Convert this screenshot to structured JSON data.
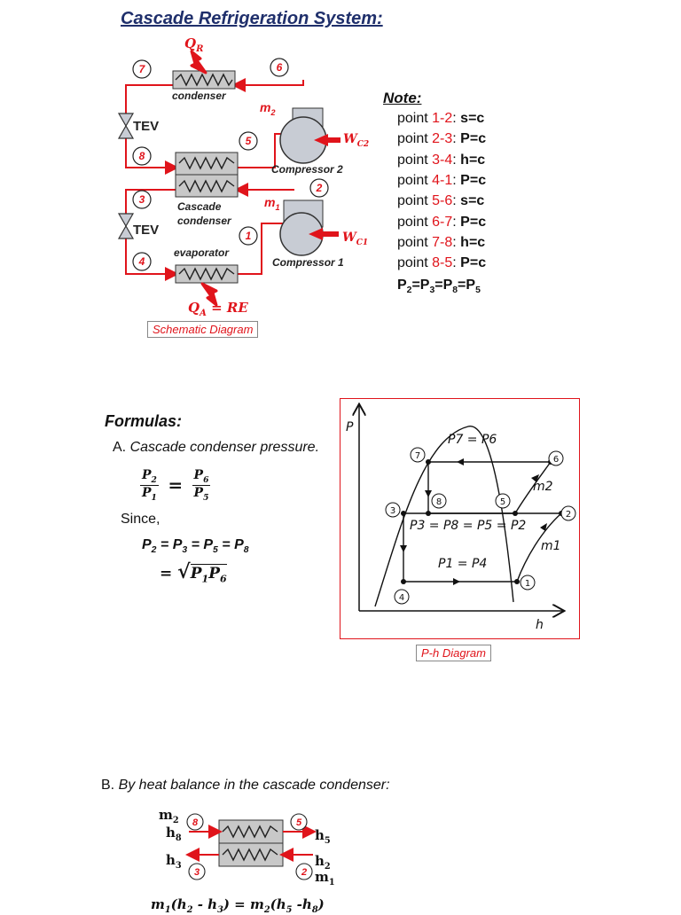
{
  "title": "Cascade Refrigeration System:",
  "schematic": {
    "qr": "Q",
    "qr_sub": "R",
    "condenser": "condenser",
    "m2": "m",
    "m2_sub": "2",
    "m1": "m",
    "m1_sub": "1",
    "tev": "TEV",
    "wc2": "W",
    "wc2_sub": "C2",
    "wc1": "W",
    "wc1_sub": "C1",
    "compressor2": "Compressor 2",
    "compressor1": "Compressor 1",
    "cascade_condenser_line1": "Cascade",
    "cascade_condenser_line2": "condenser",
    "evaporator": "evaporator",
    "qa": "Q",
    "qa_sub": "A",
    "qa_eq": " = RE",
    "points": [
      "1",
      "2",
      "3",
      "4",
      "5",
      "6",
      "7",
      "8"
    ],
    "caption": "Schematic Diagram"
  },
  "note": {
    "heading": "Note:",
    "rows": [
      {
        "prefix": "point ",
        "pts": "1-2",
        ":": ":",
        "cond": "s=c"
      },
      {
        "prefix": "point ",
        "pts": "2-3",
        ":": ":",
        "cond": "P=c"
      },
      {
        "prefix": "point ",
        "pts": "3-4",
        ":": ":",
        "cond": "h=c"
      },
      {
        "prefix": "point ",
        "pts": "4-1",
        ":": ":",
        "cond": "P=c"
      },
      {
        "prefix": "point ",
        "pts": "5-6",
        ":": ":",
        "cond": "s=c"
      },
      {
        "prefix": "point ",
        "pts": "6-7",
        ":": ":",
        "cond": "P=c"
      },
      {
        "prefix": "point ",
        "pts": "7-8",
        ":": ":",
        "cond": "h=c"
      },
      {
        "prefix": "point ",
        "pts": "8-5",
        ":": ":",
        "cond": "P=c"
      }
    ],
    "equality": "P2=P3=P8=P5"
  },
  "formulas": {
    "heading": "Formulas:",
    "a_prefix": "A. ",
    "a_text": "Cascade condenser pressure.",
    "ratio_num_left": "P2",
    "ratio_den_left": "P1",
    "ratio_num_right": "P6",
    "ratio_den_right": "P5",
    "since": "Since,",
    "equality": "P2 = P3 = P5 = P8",
    "sqrt_eq": "= √P1P6",
    "b_prefix": "B. ",
    "b_text": "By heat balance in the cascade condenser:",
    "m2": "m2",
    "h8": "h8",
    "h3": "h3",
    "h5": "h5",
    "h2": "h2",
    "m1": "m1",
    "balance": "m1(h2 - h3) = m2(h5 -h8)"
  },
  "ph": {
    "p_axis": "P",
    "h_axis": "h",
    "p7p6": "P7 = P6",
    "mid_eq": "P3 = P8 = P5 = P2",
    "low_eq": "P1 = P4",
    "m2": "m2",
    "m1": "m1",
    "caption": "P-h Diagram"
  },
  "colors": {
    "accent": "#e0141b",
    "title": "#1f2f6b",
    "box_fill": "#c8c8c8",
    "compressor_fill": "#c8ccd4"
  }
}
